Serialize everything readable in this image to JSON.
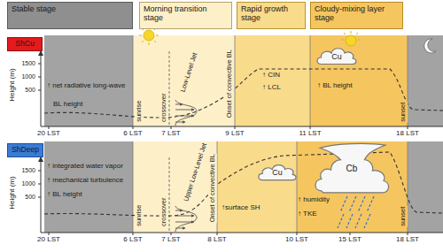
{
  "diagram": {
    "nodes": [
      {
        "text": [
          "Stable stage"
        ]
      },
      {
        "text": [
          "Morning transition stage"
        ]
      },
      {
        "text": [
          "Rapid growth stage"
        ]
      },
      {
        "text": [
          "Cloudy-mixing layer stage"
        ]
      },
      {
        "text": [
          "ShCu"
        ]
      },
      {
        "text": [
          "Cu"
        ]
      },
      {
        "text": [
          "ShDeep"
        ]
      },
      {
        "text": [
          "Cu"
        ]
      },
      {
        "text": [
          "Cb"
        ]
      }
    ],
    "labels": [
      "Height (m)",
      "1500",
      "1000",
      "500",
      "↑ net radiative long-wave",
      "BL height",
      "sunrise",
      "crossover",
      "Low-Level Jet",
      "Onset of convective BL",
      "↑ CIN",
      "↑ LCL",
      "↑ BL height",
      "sunset",
      "20 LST",
      "6 LST",
      "7 LST",
      "9 LST",
      "11 LST",
      "18 LST",
      "Height (m)",
      "1500",
      "1000",
      "500",
      "↑ integrated water vapor",
      "↑ mechanical turbulence",
      "↑ BL height",
      "sunrise",
      "crossover",
      "Upper Low-Level Jet",
      "Onset of convective BL",
      "↑surface SH",
      "↑ humidity",
      "↑ TKE",
      "sunset",
      "20 LST",
      "6 LST",
      "7 LST",
      "8 LST",
      "10 LST",
      "15 LST",
      "18 LST"
    ]
  }
}
